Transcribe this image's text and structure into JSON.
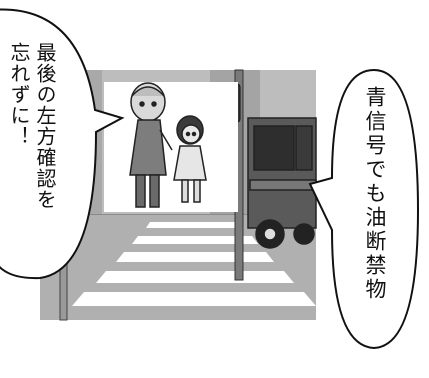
{
  "bubbles": {
    "left": {
      "lines": [
        "最後の左方確認を",
        "忘れずに！"
      ]
    },
    "right": {
      "lines": [
        "青信号でも油断禁物"
      ]
    }
  },
  "colors": {
    "scene_gray": "#b8b8b8",
    "dark_gray": "#555555",
    "outline": "#222222",
    "crosswalk": "#ffffff"
  },
  "icons": [
    "elderly-person-icon",
    "girl-icon",
    "traffic-light-icon",
    "truck-icon"
  ]
}
